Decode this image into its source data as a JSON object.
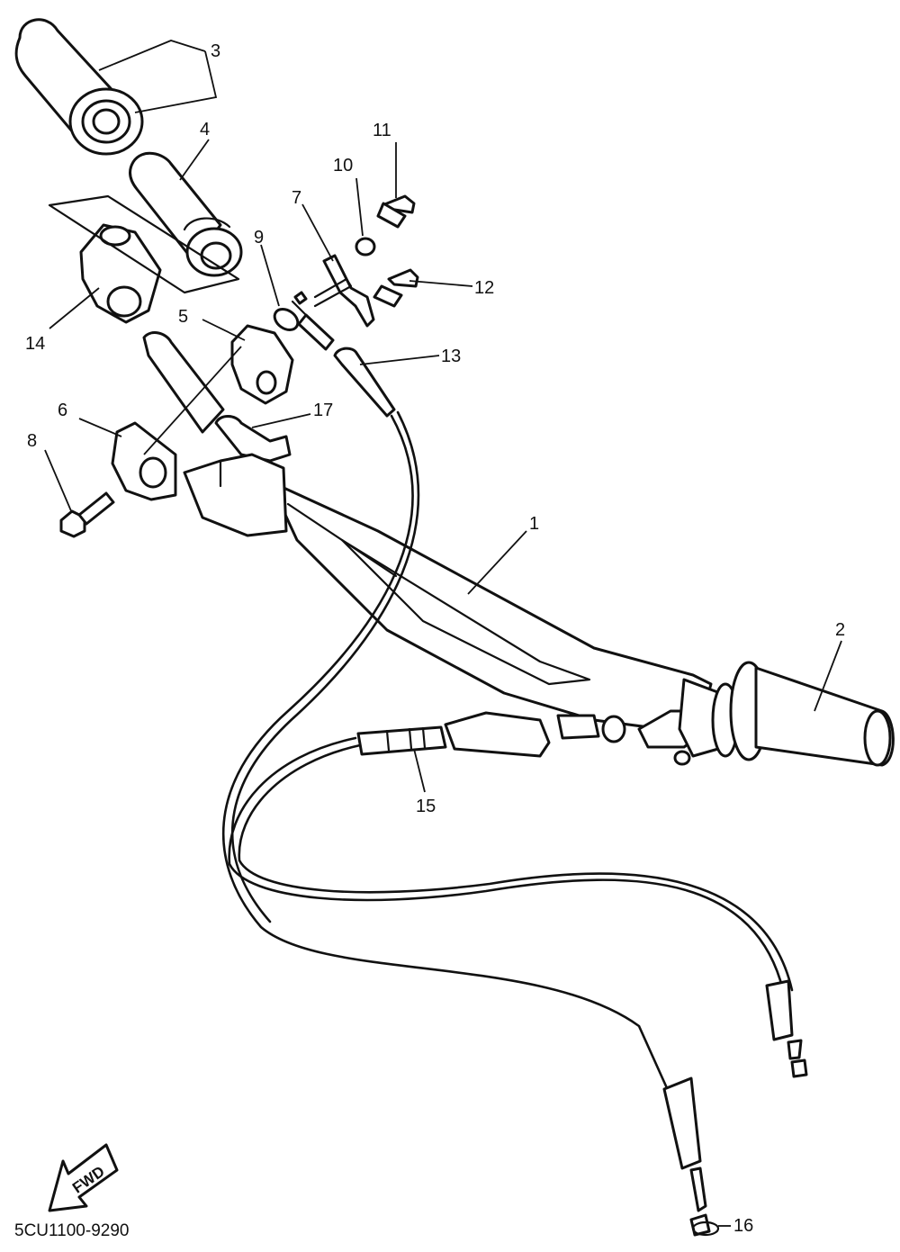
{
  "callouts": [
    "1",
    "2",
    "3",
    "4",
    "5",
    "6",
    "7",
    "8",
    "9",
    "10",
    "11",
    "12",
    "13",
    "14",
    "15",
    "16",
    "17"
  ],
  "diagram_code": "5CU1100-9290",
  "fwd_label": "FWD",
  "icons": [
    "fwd-arrow-icon"
  ]
}
